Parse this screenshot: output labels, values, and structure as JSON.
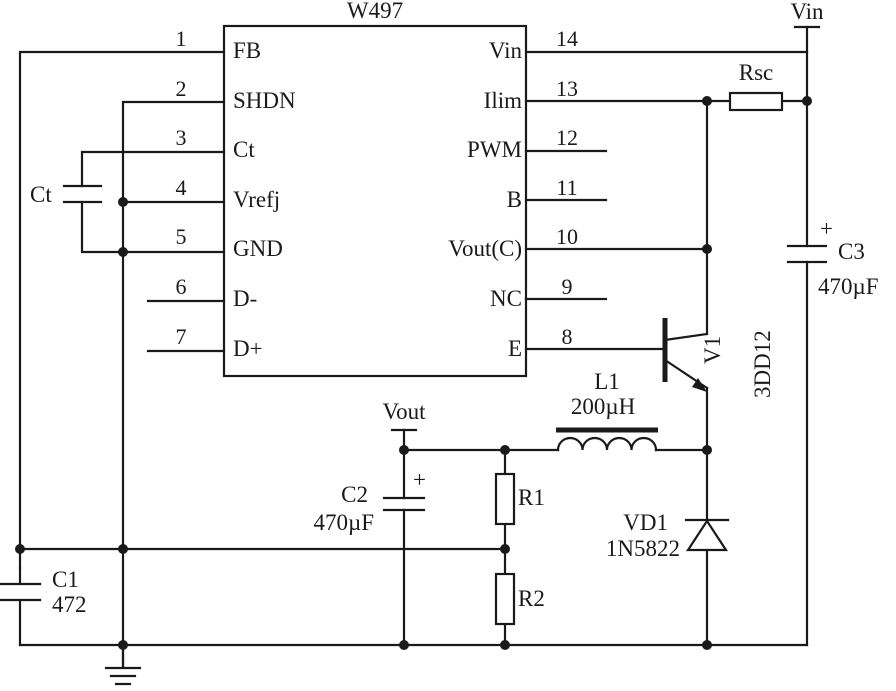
{
  "ic": {
    "name": "W497",
    "left_pins": [
      {
        "num": "1",
        "label": "FB"
      },
      {
        "num": "2",
        "label": "SHDN"
      },
      {
        "num": "3",
        "label": "Ct"
      },
      {
        "num": "4",
        "label": "Vrefj"
      },
      {
        "num": "5",
        "label": "GND"
      },
      {
        "num": "6",
        "label": "D-"
      },
      {
        "num": "7",
        "label": "D+"
      }
    ],
    "right_pins": [
      {
        "num": "14",
        "label": "Vin"
      },
      {
        "num": "13",
        "label": "Ilim"
      },
      {
        "num": "12",
        "label": "PWM"
      },
      {
        "num": "11",
        "label": "B"
      },
      {
        "num": "10",
        "label": "Vout(C)"
      },
      {
        "num": "9",
        "label": "NC"
      },
      {
        "num": "8",
        "label": "E"
      }
    ]
  },
  "nets": {
    "vin": "Vin",
    "vout": "Vout"
  },
  "components": {
    "rsc": "Rsc",
    "ct": "Ct",
    "c3": {
      "name": "C3",
      "value": "470µF",
      "polarity": "+"
    },
    "v1": {
      "name": "V1",
      "part": "3DD12"
    },
    "l1": {
      "name": "L1",
      "value": "200µH"
    },
    "c2": {
      "name": "C2",
      "value": "470µF",
      "polarity": "+"
    },
    "r1": "R1",
    "r2": "R2",
    "vd1": {
      "name": "VD1",
      "part": "1N5822"
    },
    "c1": {
      "name": "C1",
      "value": "472"
    }
  }
}
